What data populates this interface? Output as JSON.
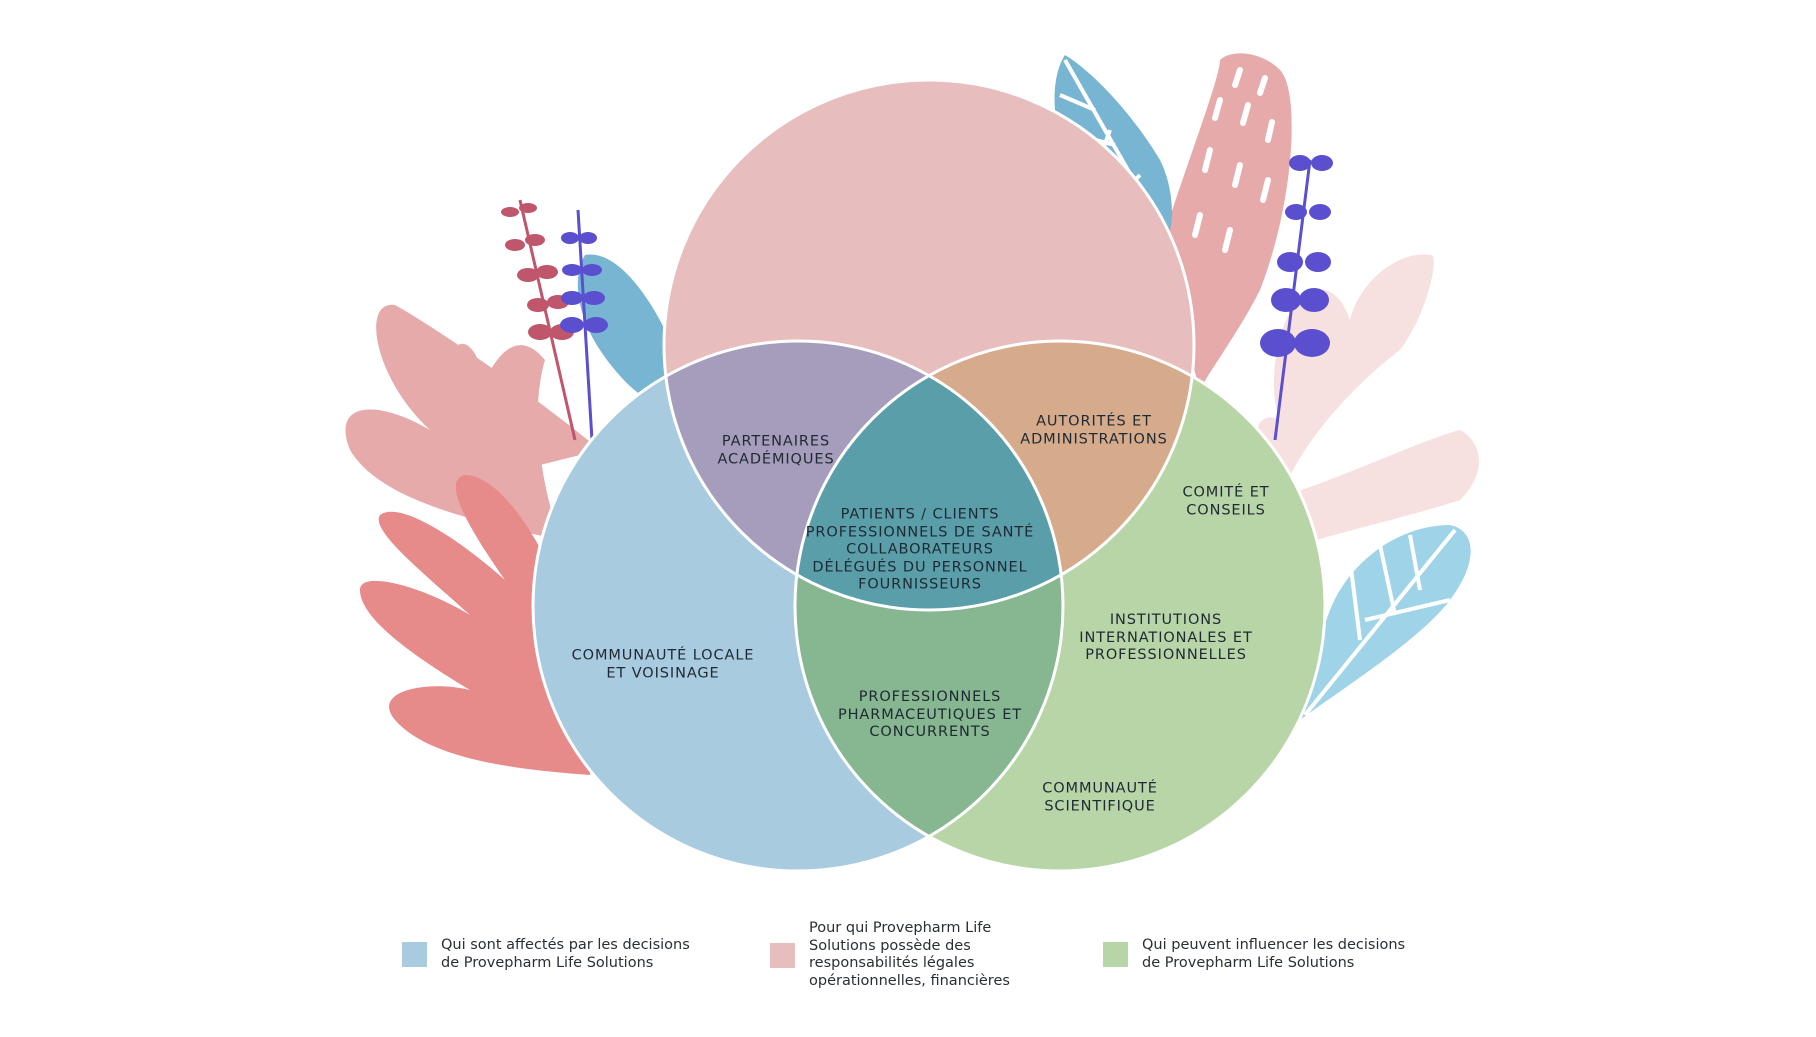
{
  "diagram": {
    "colors": {
      "pink_circle": "#e8bdbe",
      "blue_circle": "#a8cbe0",
      "green_circle": "#b8d5a8",
      "purple_overlap": "#a59dbb",
      "orange_overlap": "#d6ab8c",
      "green_overlap": "#86b791",
      "teal_center": "#5a9eaa",
      "outline": "#ffffff"
    },
    "regions": {
      "center": [
        "PATIENTS / CLIENTS",
        "PROFESSIONNELS DE SANTÉ",
        "COLLABORATEURS",
        "DÉLÉGUÉS DU PERSONNEL",
        "FOURNISSEURS"
      ],
      "pink_blue": [
        "PARTENAIRES",
        "ACADÉMIQUES"
      ],
      "pink_green": [
        "AUTORITÉS ET",
        "ADMINISTRATIONS"
      ],
      "blue_green": [
        "PROFESSIONNELS",
        "PHARMACEUTIQUES ET",
        "CONCURRENTS"
      ],
      "blue_only": [
        "COMMUNAUTÉ LOCALE",
        "ET VOISINAGE"
      ],
      "green_comite": [
        "COMITÉ ET",
        "CONSEILS"
      ],
      "green_institutions": [
        "INSTITUTIONS",
        "INTERNATIONALES ET",
        "PROFESSIONNELLES"
      ],
      "green_scientifique": [
        "COMMUNAUTÉ",
        "SCIENTIFIQUE"
      ]
    }
  },
  "legend": [
    {
      "color": "#a8cbe0",
      "lines": [
        "Qui sont affectés par les decisions",
        "de Provepharm Life Solutions"
      ]
    },
    {
      "color": "#e8bdbe",
      "lines": [
        "Pour qui Provepharm Life",
        "Solutions possède des",
        "responsabilités légales",
        "opérationnelles, financières"
      ]
    },
    {
      "color": "#b8d5a8",
      "lines": [
        "Qui peuvent influencer les decisions",
        "de Provepharm Life Solutions"
      ]
    }
  ],
  "decorations": {
    "leaf_pink_light": "#e6aaaa",
    "leaf_coral": "#e68a8a",
    "leaf_blue": "#77b5d2",
    "leaf_blue_light": "#9fd3e8",
    "leaf_pale_pink": "#f7e0e0",
    "sprig_purple": "#5a4fcf",
    "sprig_magenta": "#c0566b"
  }
}
